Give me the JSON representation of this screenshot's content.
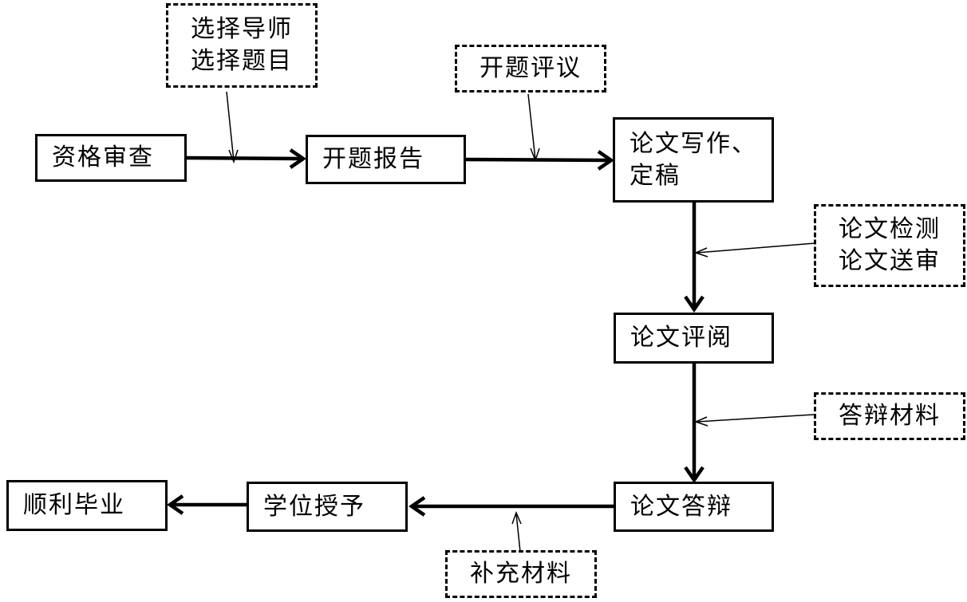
{
  "nodes": {
    "qualification_review": "资格审查",
    "proposal_report": "开题报告",
    "thesis_writing": [
      "论文写作、",
      "定稿"
    ],
    "thesis_review": "论文评阅",
    "thesis_defense": "论文答辩",
    "degree_conferral": "学位授予",
    "graduation": "顺利毕业"
  },
  "notes": {
    "choose_advisor_topic": [
      "选择导师",
      "选择题目"
    ],
    "proposal_evaluation": "开题评议",
    "check_and_submit": [
      "论文检测",
      "论文送审"
    ],
    "defense_materials": "答辩材料",
    "supplementary_materials": "补充材料"
  },
  "colors": {
    "stroke": "#000000",
    "background": "#ffffff"
  }
}
